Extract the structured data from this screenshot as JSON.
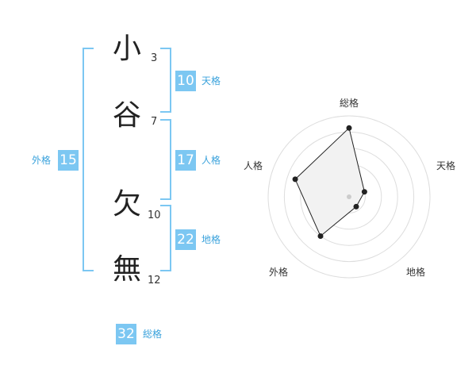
{
  "name": {
    "chars": [
      "小",
      "谷",
      "欠",
      "無"
    ],
    "strokes": [
      "3",
      "7",
      "10",
      "12"
    ]
  },
  "kaku": {
    "tenkaku": {
      "value": "10",
      "label": "天格"
    },
    "jinkaku": {
      "value": "17",
      "label": "人格"
    },
    "chikaku": {
      "value": "22",
      "label": "地格"
    },
    "gaikaku": {
      "value": "15",
      "label": "外格"
    },
    "soukaku": {
      "value": "32",
      "label": "総格"
    }
  },
  "colors": {
    "accent": "#7cc7f2",
    "label": "#3aa2dc",
    "polygon_fill": "#f2f2f2",
    "ring": "#dddddd"
  },
  "chart_data": {
    "type": "radar",
    "axes": [
      "総格",
      "天格",
      "地格",
      "外格",
      "人格"
    ],
    "values": [
      0.85,
      0.2,
      0.15,
      0.6,
      0.7
    ],
    "range": [
      0,
      1
    ],
    "rings": 5
  }
}
